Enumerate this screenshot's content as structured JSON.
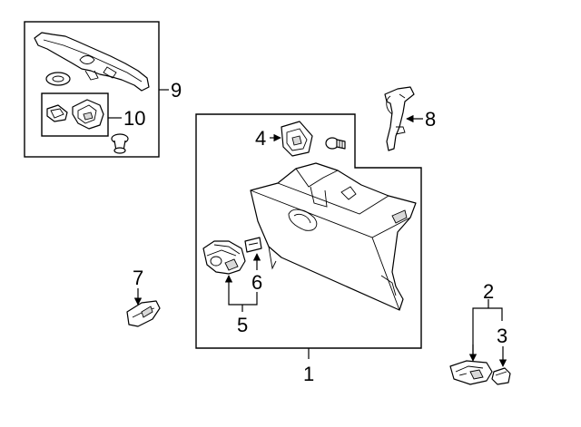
{
  "callouts": {
    "c1": "1",
    "c2": "2",
    "c3": "3",
    "c4": "4",
    "c5": "5",
    "c6": "6",
    "c7": "7",
    "c8": "8",
    "c9": "9",
    "c10": "10"
  },
  "icons": {
    "arrowhead": "filled-triangle"
  }
}
